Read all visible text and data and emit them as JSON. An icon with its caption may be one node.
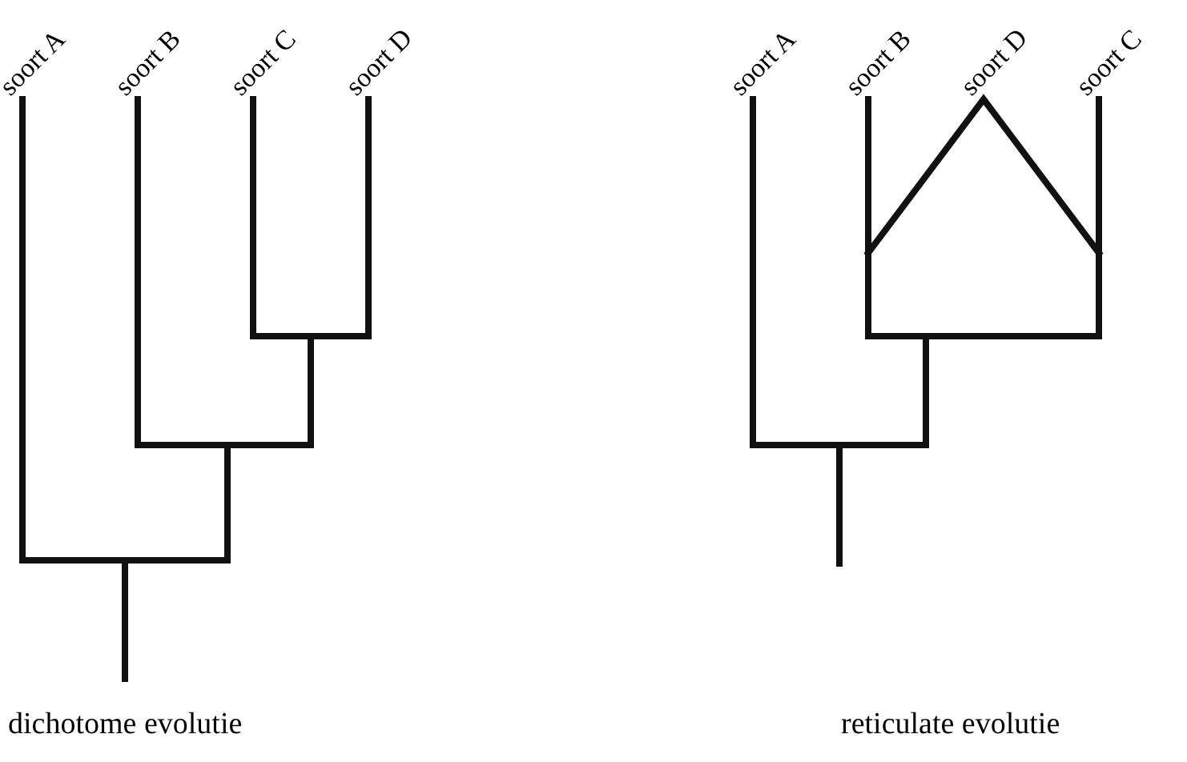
{
  "diagram": {
    "labels": [
      "soort A",
      "soort B",
      "soort C",
      "soort D",
      "soort A",
      "soort B",
      "soort D",
      "soort C",
      "dichotome evolutie",
      "reticulate evolutie"
    ]
  }
}
